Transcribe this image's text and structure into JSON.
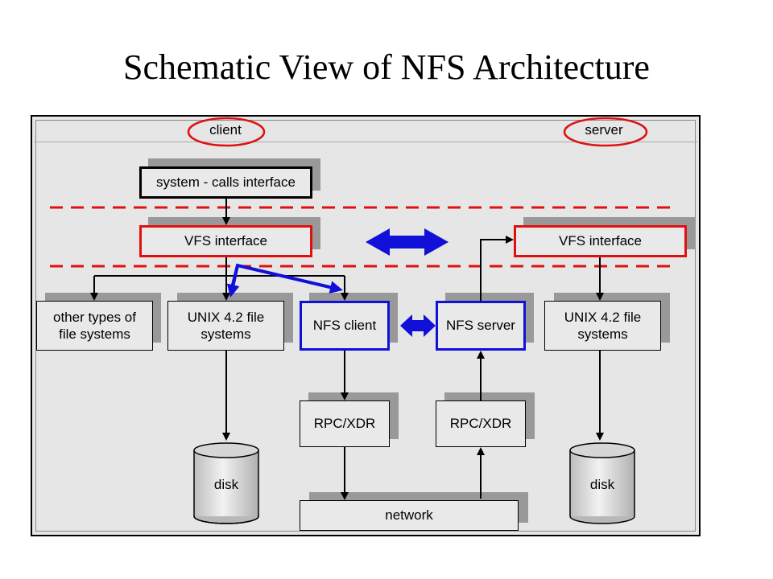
{
  "title": "Schematic View of NFS Architecture",
  "labels": {
    "client": "client",
    "server": "server"
  },
  "boxes": {
    "syscalls": "system - calls interface",
    "vfs_client": "VFS interface",
    "vfs_server": "VFS interface",
    "other_fs": "other types of\nfile systems",
    "unix_client": "UNIX 4.2 file\nsystems",
    "nfs_client": "NFS client",
    "nfs_server": "NFS server",
    "unix_server": "UNIX 4.2 file\nsystems",
    "rpc_client": "RPC/XDR",
    "rpc_server": "RPC/XDR",
    "network": "network"
  },
  "disks": {
    "client": "disk",
    "server": "disk"
  },
  "colors": {
    "annotation_red": "#e01010",
    "annotation_blue": "#1010d8",
    "box_fill": "#e9e9e9",
    "shadow": "#999999"
  }
}
